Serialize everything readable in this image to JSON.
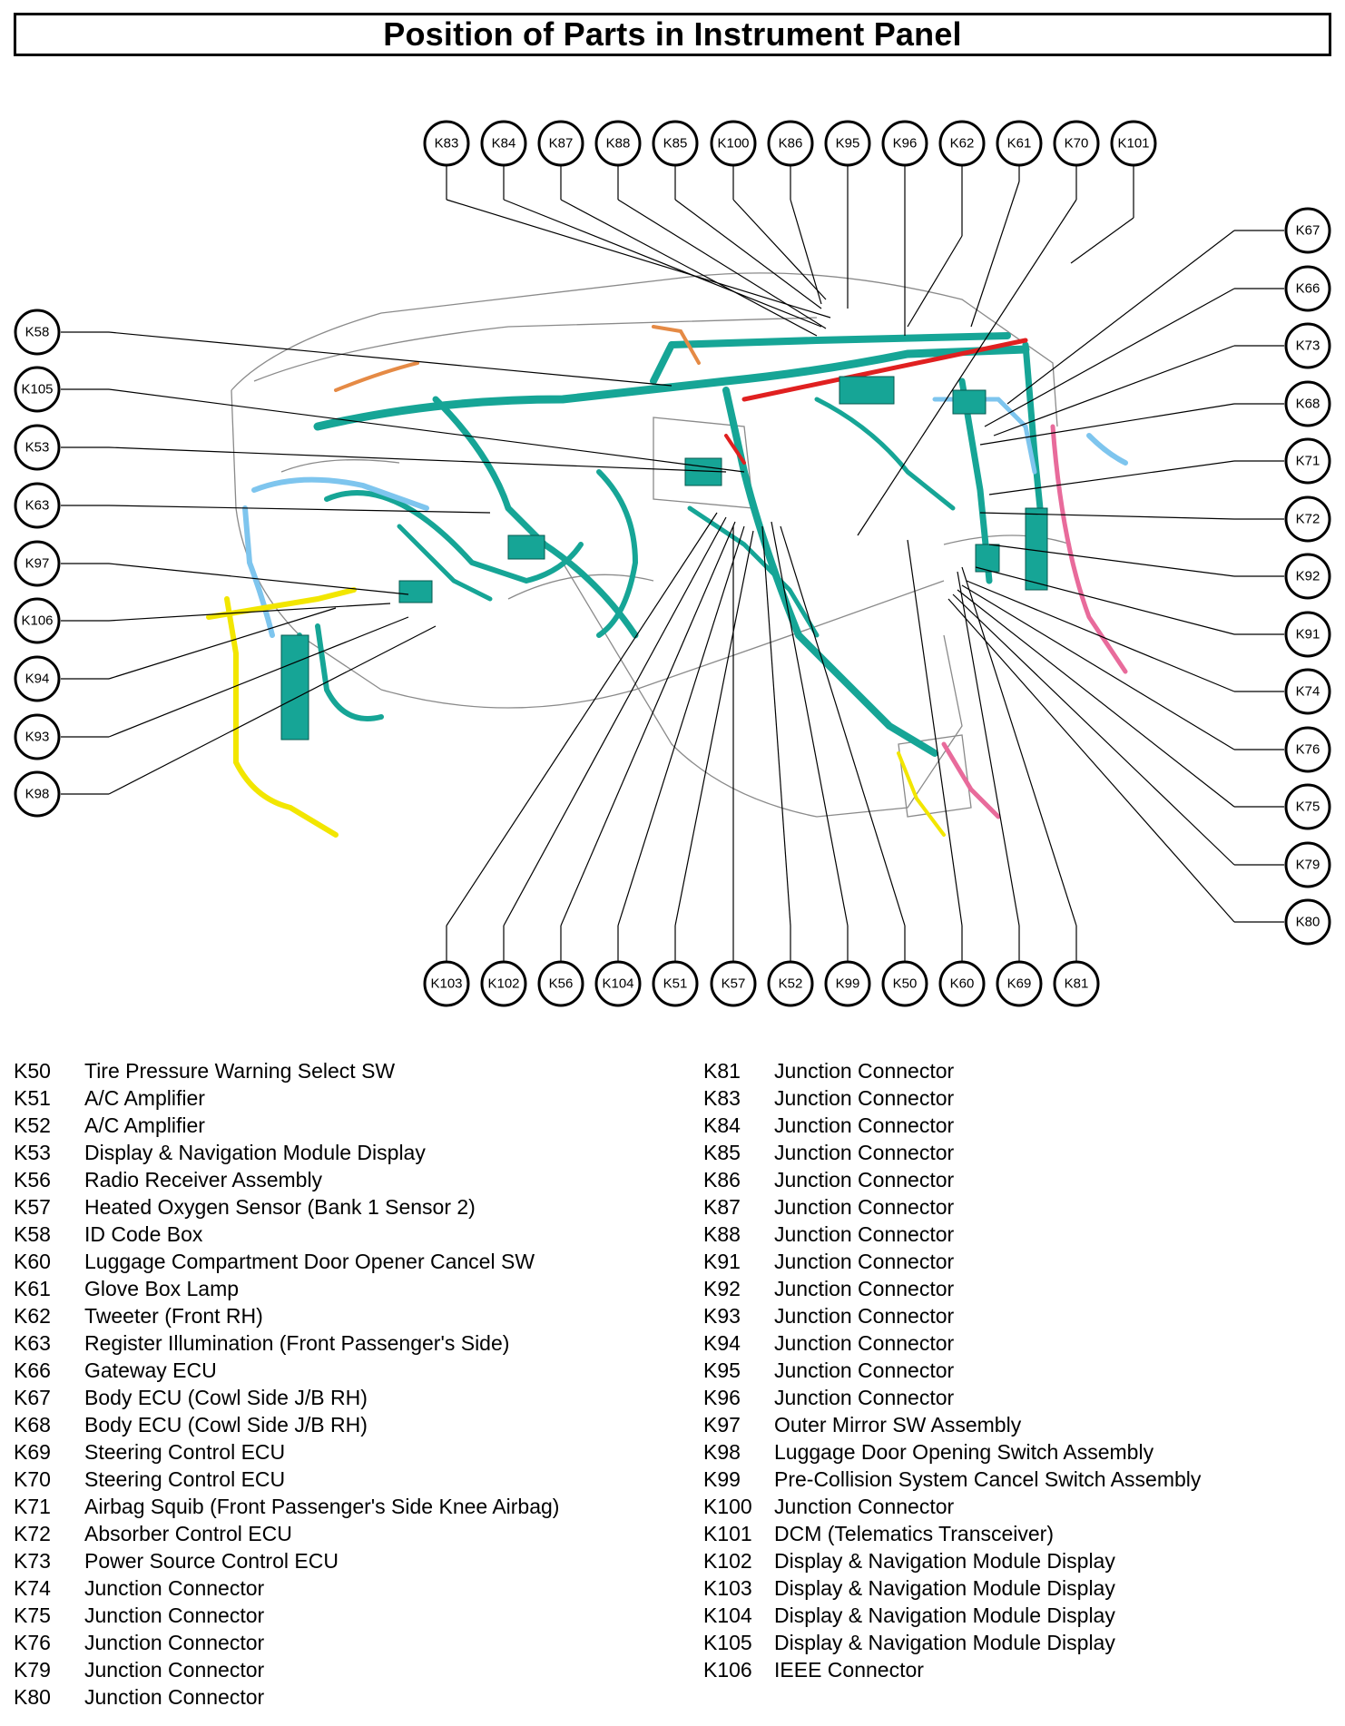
{
  "title": "Position of Parts in Instrument Panel",
  "callouts": {
    "top": [
      "K83",
      "K84",
      "K87",
      "K88",
      "K85",
      "K100",
      "K86",
      "K95",
      "K96",
      "K62",
      "K61",
      "K70",
      "K101"
    ],
    "left": [
      "K58",
      "K105",
      "K53",
      "K63",
      "K97",
      "K106",
      "K94",
      "K93",
      "K98"
    ],
    "right": [
      "K67",
      "K66",
      "K73",
      "K68",
      "K71",
      "K72",
      "K92",
      "K91",
      "K74",
      "K76",
      "K75",
      "K79",
      "K80"
    ],
    "bottom": [
      "K103",
      "K102",
      "K56",
      "K104",
      "K51",
      "K57",
      "K52",
      "K99",
      "K50",
      "K60",
      "K69",
      "K81"
    ]
  },
  "colors": {
    "harness_main": "#16a596",
    "harness_blue": "#7ec5ee",
    "harness_yellow": "#f2e600",
    "harness_pink": "#e86b9b",
    "harness_orange": "#e58a45",
    "harness_red": "#e02020"
  },
  "legend": {
    "left": [
      {
        "code": "K50",
        "name": "Tire Pressure Warning Select SW"
      },
      {
        "code": "K51",
        "name": "A/C Amplifier"
      },
      {
        "code": "K52",
        "name": "A/C Amplifier"
      },
      {
        "code": "K53",
        "name": "Display & Navigation Module Display"
      },
      {
        "code": "K56",
        "name": "Radio Receiver Assembly"
      },
      {
        "code": "K57",
        "name": "Heated Oxygen Sensor (Bank 1 Sensor 2)"
      },
      {
        "code": "K58",
        "name": "ID Code Box"
      },
      {
        "code": "K60",
        "name": "Luggage Compartment Door Opener Cancel SW"
      },
      {
        "code": "K61",
        "name": "Glove Box Lamp"
      },
      {
        "code": "K62",
        "name": "Tweeter (Front RH)"
      },
      {
        "code": "K63",
        "name": "Register Illumination (Front Passenger's Side)"
      },
      {
        "code": "K66",
        "name": "Gateway ECU"
      },
      {
        "code": "K67",
        "name": "Body ECU (Cowl Side J/B RH)"
      },
      {
        "code": "K68",
        "name": "Body ECU (Cowl Side J/B RH)"
      },
      {
        "code": "K69",
        "name": "Steering Control ECU"
      },
      {
        "code": "K70",
        "name": "Steering Control ECU"
      },
      {
        "code": "K71",
        "name": "Airbag Squib (Front Passenger's Side Knee Airbag)"
      },
      {
        "code": "K72",
        "name": "Absorber Control ECU"
      },
      {
        "code": "K73",
        "name": "Power Source Control ECU"
      },
      {
        "code": "K74",
        "name": "Junction Connector"
      },
      {
        "code": "K75",
        "name": "Junction Connector"
      },
      {
        "code": "K76",
        "name": "Junction Connector"
      },
      {
        "code": "K79",
        "name": "Junction Connector"
      },
      {
        "code": "K80",
        "name": "Junction Connector"
      }
    ],
    "right": [
      {
        "code": "K81",
        "name": "Junction Connector"
      },
      {
        "code": "K83",
        "name": "Junction Connector"
      },
      {
        "code": "K84",
        "name": "Junction Connector"
      },
      {
        "code": "K85",
        "name": "Junction Connector"
      },
      {
        "code": "K86",
        "name": "Junction Connector"
      },
      {
        "code": "K87",
        "name": "Junction Connector"
      },
      {
        "code": "K88",
        "name": "Junction Connector"
      },
      {
        "code": "K91",
        "name": "Junction Connector"
      },
      {
        "code": "K92",
        "name": "Junction Connector"
      },
      {
        "code": "K93",
        "name": "Junction Connector"
      },
      {
        "code": "K94",
        "name": "Junction Connector"
      },
      {
        "code": "K95",
        "name": "Junction Connector"
      },
      {
        "code": "K96",
        "name": "Junction Connector"
      },
      {
        "code": "K97",
        "name": "Outer Mirror SW Assembly"
      },
      {
        "code": "K98",
        "name": "Luggage Door Opening Switch Assembly"
      },
      {
        "code": "K99",
        "name": "Pre-Collision System Cancel Switch Assembly"
      },
      {
        "code": "K100",
        "name": "Junction Connector"
      },
      {
        "code": "K101",
        "name": "DCM (Telematics Transceiver)"
      },
      {
        "code": "K102",
        "name": "Display & Navigation Module Display"
      },
      {
        "code": "K103",
        "name": "Display & Navigation Module Display"
      },
      {
        "code": "K104",
        "name": "Display & Navigation Module Display"
      },
      {
        "code": "K105",
        "name": "Display & Navigation Module Display"
      },
      {
        "code": "K106",
        "name": "IEEE Connector"
      }
    ]
  }
}
